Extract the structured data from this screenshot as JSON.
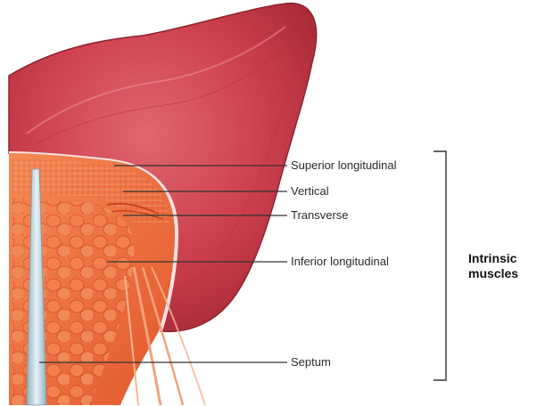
{
  "labels": {
    "superior_longitudinal": "Superior longitudinal",
    "vertical": "Vertical",
    "transverse": "Transverse",
    "inferior_longitudinal": "Inferior longitudinal",
    "septum": "Septum"
  },
  "group_label": "Intrinsic\nmuscles",
  "colors": {
    "tongue_surface": "#cc3f4d",
    "tongue_surface_light": "#dd6670",
    "muscle": "#ef6a3c",
    "muscle_light": "#f59a6c",
    "septum": "#a9c3cf",
    "leader_line": "#333333"
  }
}
